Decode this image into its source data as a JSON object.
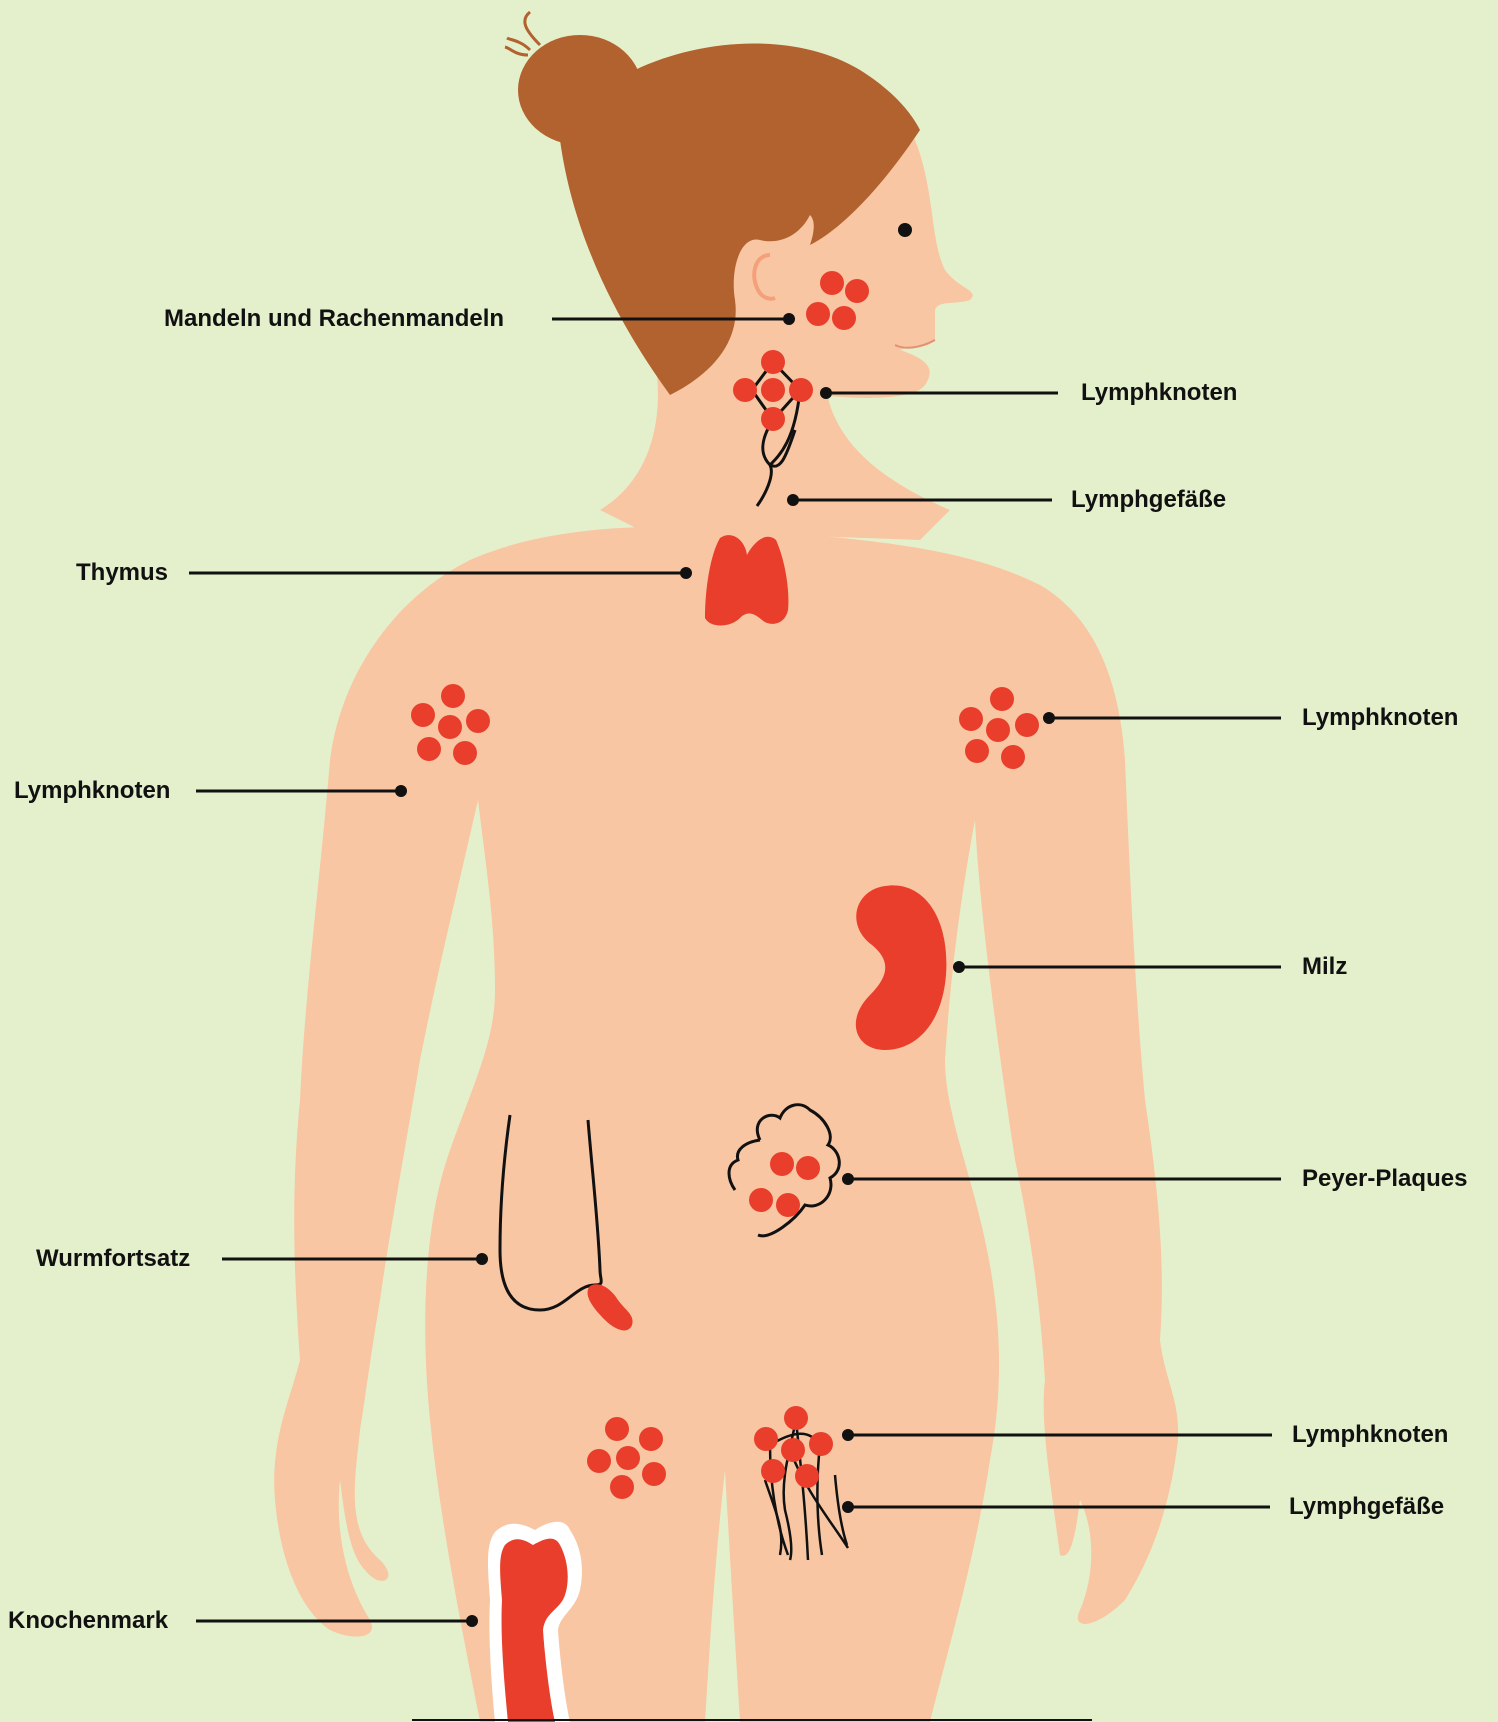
{
  "colors": {
    "background": "#e4f0cc",
    "skin": "#f9c6a3",
    "hair": "#b2622e",
    "organ_red": "#e83e2b",
    "line": "#111111"
  },
  "labels": {
    "tonsils": "Mandeln und Rachenmandeln",
    "lymph_nodes_neck": "Lymphknoten",
    "lymph_vessels_neck": "Lymphgefäße",
    "thymus": "Thymus",
    "lymph_nodes_right_armpit": "Lymphknoten",
    "lymph_nodes_left_armpit": "Lymphknoten",
    "spleen": "Milz",
    "peyer_patches": "Peyer-Plaques",
    "appendix": "Wurmfortsatz",
    "lymph_nodes_groin": "Lymphknoten",
    "lymph_vessels_groin": "Lymphgefäße",
    "bone_marrow": "Knochenmark"
  }
}
